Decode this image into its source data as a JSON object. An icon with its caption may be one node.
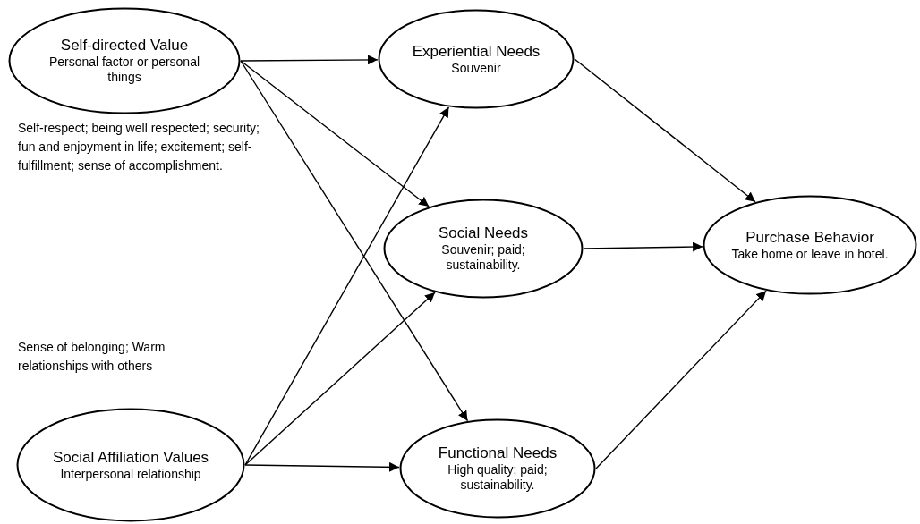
{
  "diagram": {
    "nodes": [
      {
        "text": [
          "Self-directed Value",
          "Personal factor or personal things"
        ],
        "beside": [
          "Self-respect; being well respected; security; fun and enjoyment in life; excitement; self-fulfillment; sense of accomplishment."
        ]
      },
      {
        "text": [
          "Experiential Needs",
          "Souvenir"
        ]
      },
      {
        "text": [
          "Social Needs",
          "Souvenir; paid; sustainability."
        ]
      },
      {
        "text": [
          "Functional Needs",
          "High quality; paid; sustainability."
        ]
      },
      {
        "text": [
          "Purchase Behavior",
          "Take home or leave in hotel."
        ]
      },
      {
        "text": [
          "Social Affiliation Values",
          "Interpersonal relationship"
        ],
        "beside": [
          "Sense of belonging; Warm relationships with others"
        ]
      }
    ],
    "edges": [
      {
        "from": 0,
        "to": 1,
        "arrow": "to"
      },
      {
        "from": 0,
        "to": 2,
        "arrow": "to"
      },
      {
        "from": 0,
        "to": 3,
        "arrow": "to"
      },
      {
        "from": 5,
        "to": 1,
        "arrow": "to"
      },
      {
        "from": 5,
        "to": 2,
        "arrow": "to"
      },
      {
        "from": 5,
        "to": 3,
        "arrow": "to"
      },
      {
        "from": 1,
        "to": 4,
        "arrow": "to"
      },
      {
        "from": 2,
        "to": 4,
        "arrow": "to"
      },
      {
        "from": 3,
        "to": 4,
        "arrow": "to"
      }
    ]
  }
}
